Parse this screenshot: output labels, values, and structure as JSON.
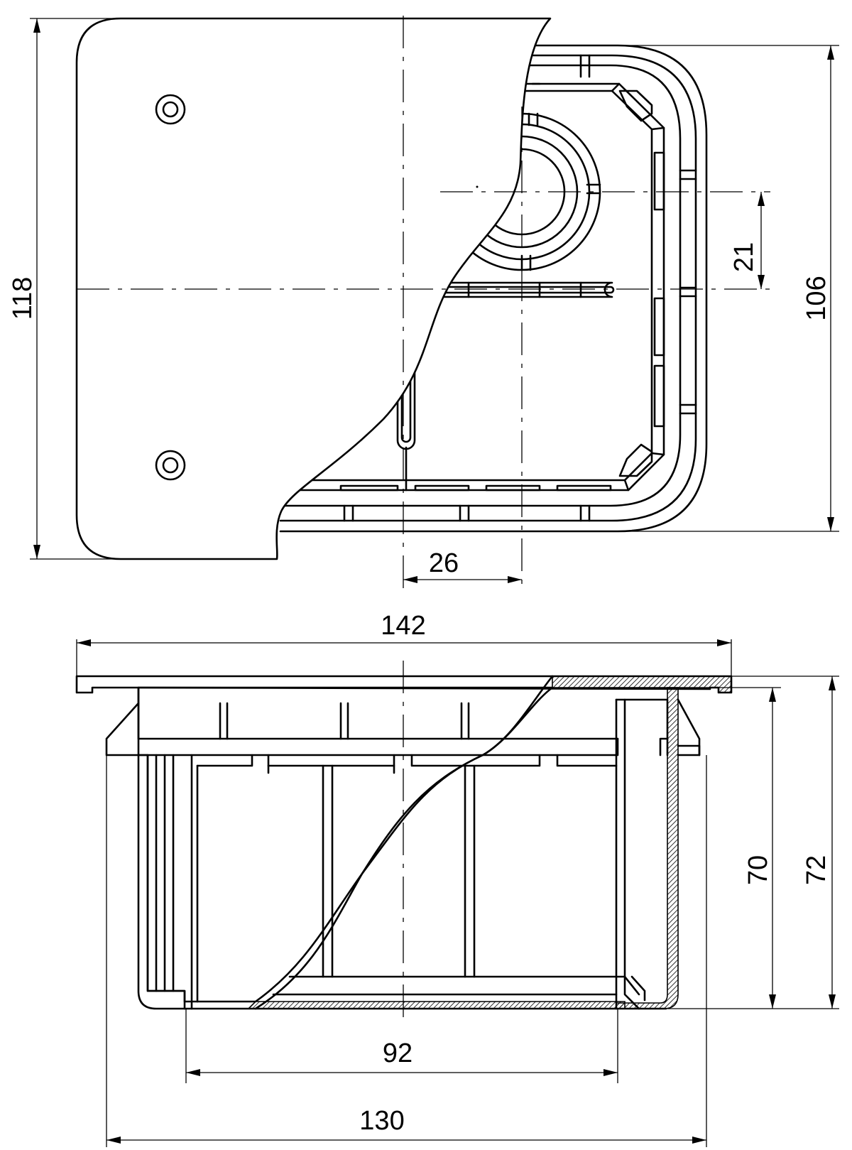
{
  "dimensions": {
    "top_height_total": "118",
    "top_height_inner": "106",
    "top_offset_vertical": "21",
    "top_offset_horizontal": "26",
    "side_width_flange": "142",
    "side_height_inner": "70",
    "side_height_total": "72",
    "side_width_bottom": "92",
    "side_width_body": "130"
  },
  "colors": {
    "stroke": "#000000",
    "background": "#ffffff"
  }
}
